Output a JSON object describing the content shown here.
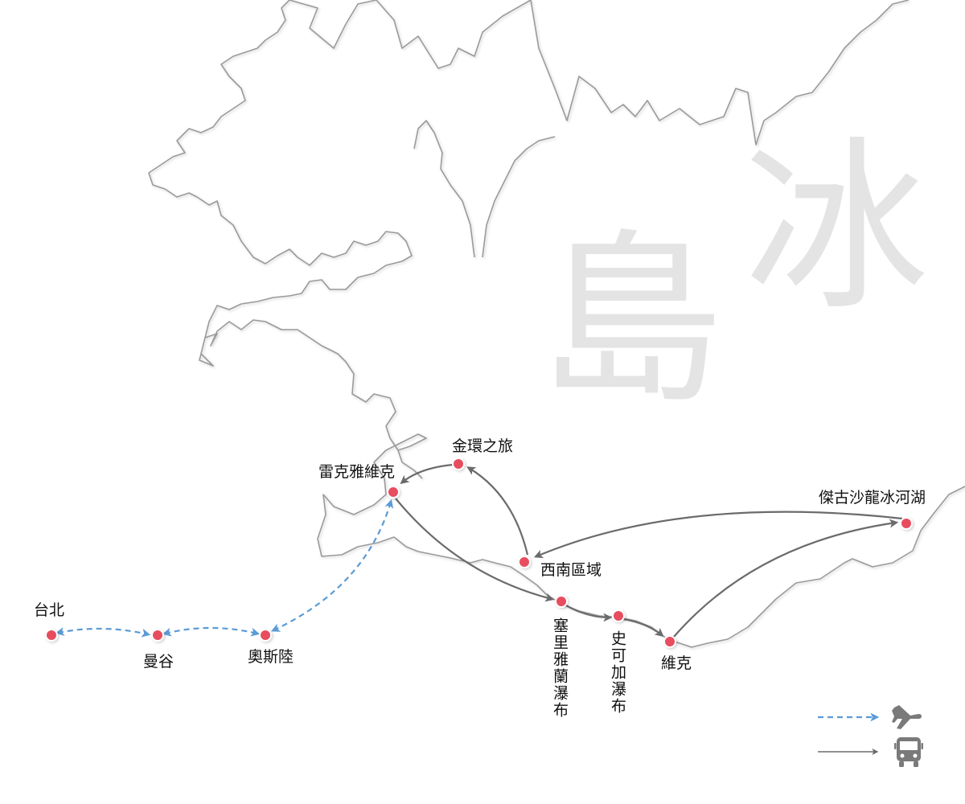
{
  "map_title": {
    "char1": "冰",
    "char2": "島"
  },
  "places": {
    "taipei": "台北",
    "bangkok": "曼谷",
    "oslo": "奧斯陸",
    "reykjavik": "雷克雅維克",
    "golden_circle": "金環之旅",
    "southwest": "西南區域",
    "jokulsarlon": "傑古沙龍冰河湖",
    "seljalandsfoss": "塞里雅蘭瀑布",
    "skogafoss": "史可加瀑布",
    "vik": "維克"
  },
  "legend": [
    {
      "style": "dashed-blue",
      "icon": "airplane-icon"
    },
    {
      "style": "solid-gray",
      "icon": "bus-icon"
    }
  ],
  "colors": {
    "flight": "#5b9bd5",
    "bus": "#6b6b6b",
    "marker": "#e84e5e",
    "coast": "#9a9a9a",
    "watermark": "#e4e4e4"
  }
}
